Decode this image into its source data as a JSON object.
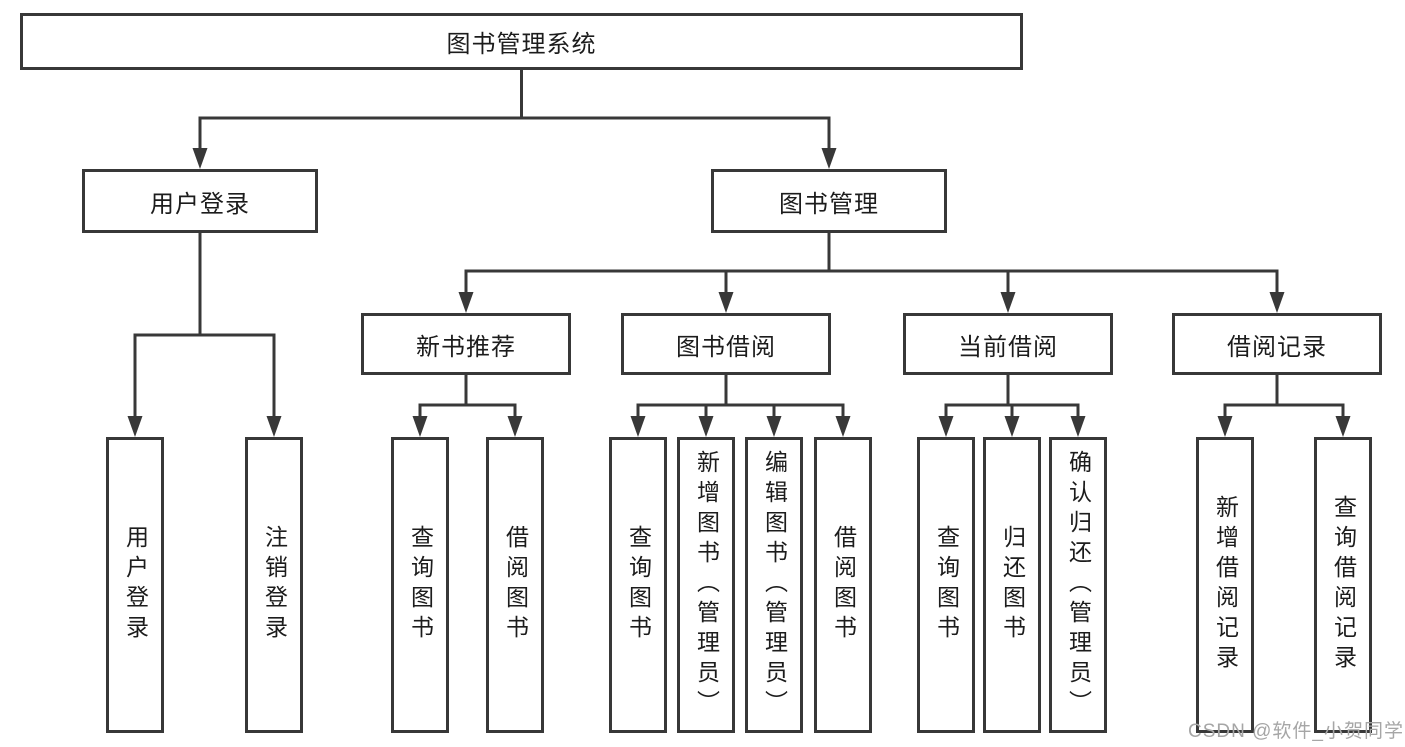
{
  "diagram": {
    "root": {
      "label": "图书管理系统"
    },
    "level2": [
      {
        "id": "user-login",
        "label": "用户登录"
      },
      {
        "id": "book-management",
        "label": "图书管理"
      }
    ],
    "level3": [
      {
        "id": "new-book-recommend",
        "label": "新书推荐"
      },
      {
        "id": "book-borrow",
        "label": "图书借阅"
      },
      {
        "id": "current-borrow",
        "label": "当前借阅"
      },
      {
        "id": "borrow-records",
        "label": "借阅记录"
      }
    ],
    "leaves": [
      {
        "group": "user-login",
        "label": "用户登录"
      },
      {
        "group": "user-login",
        "label": "注销登录"
      },
      {
        "group": "new-book-recommend",
        "label": "查询图书"
      },
      {
        "group": "new-book-recommend",
        "label": "借阅图书"
      },
      {
        "group": "book-borrow",
        "label": "查询图书"
      },
      {
        "group": "book-borrow",
        "label": "新增图书（管理员）"
      },
      {
        "group": "book-borrow",
        "label": "编辑图书（管理员）"
      },
      {
        "group": "book-borrow",
        "label": "借阅图书"
      },
      {
        "group": "current-borrow",
        "label": "查询图书"
      },
      {
        "group": "current-borrow",
        "label": "归还图书"
      },
      {
        "group": "current-borrow",
        "label": "确认归还（管理员）"
      },
      {
        "group": "borrow-records",
        "label": "新增借阅记录"
      },
      {
        "group": "borrow-records",
        "label": "查询借阅记录"
      }
    ],
    "colors": {
      "line": "#383838",
      "text": "#1c1c1c",
      "watermark": "#a6a6a6"
    },
    "watermark": "CSDN @软件_小贺同学"
  }
}
